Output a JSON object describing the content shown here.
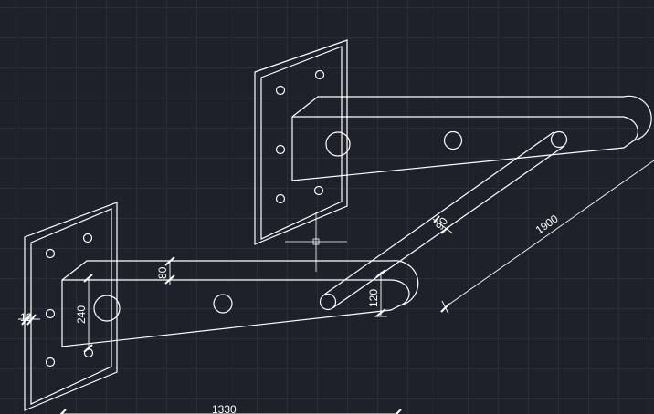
{
  "app": {
    "background_color": "#1e2129",
    "grid_color": "#2a2e37",
    "line_color": "#ffffff"
  },
  "dimensions": {
    "d1900": "1900",
    "d90": "90",
    "d80": "80",
    "d120": "120",
    "d240": "240",
    "d12": "12",
    "d1330": "1330"
  },
  "cursor": {
    "icon": "crosshair-icon"
  }
}
